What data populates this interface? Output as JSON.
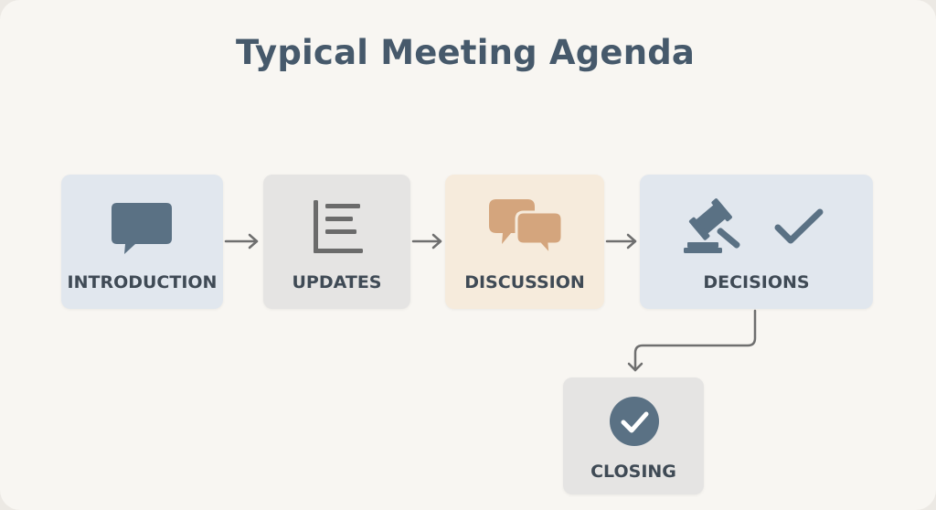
{
  "title": "Typical Meeting Agenda",
  "steps": [
    {
      "label": "INTRODUCTION",
      "icon": "speech-bubble-icon"
    },
    {
      "label": "UPDATES",
      "icon": "list-icon"
    },
    {
      "label": "DISCUSSION",
      "icon": "chat-bubbles-icon"
    },
    {
      "label": "DECISIONS",
      "icon": "gavel-checkmark-icon"
    },
    {
      "label": "CLOSING",
      "icon": "check-circle-icon"
    }
  ],
  "colors": {
    "title": "#46596b",
    "slate": "#5a7184",
    "tan": "#d4a57d",
    "gray_icon": "#6b6b6b",
    "arrow": "#6f6f6f",
    "box_blue": "#e1e7ee",
    "box_gray": "#e5e4e3",
    "box_peach": "#f6ebdc"
  }
}
